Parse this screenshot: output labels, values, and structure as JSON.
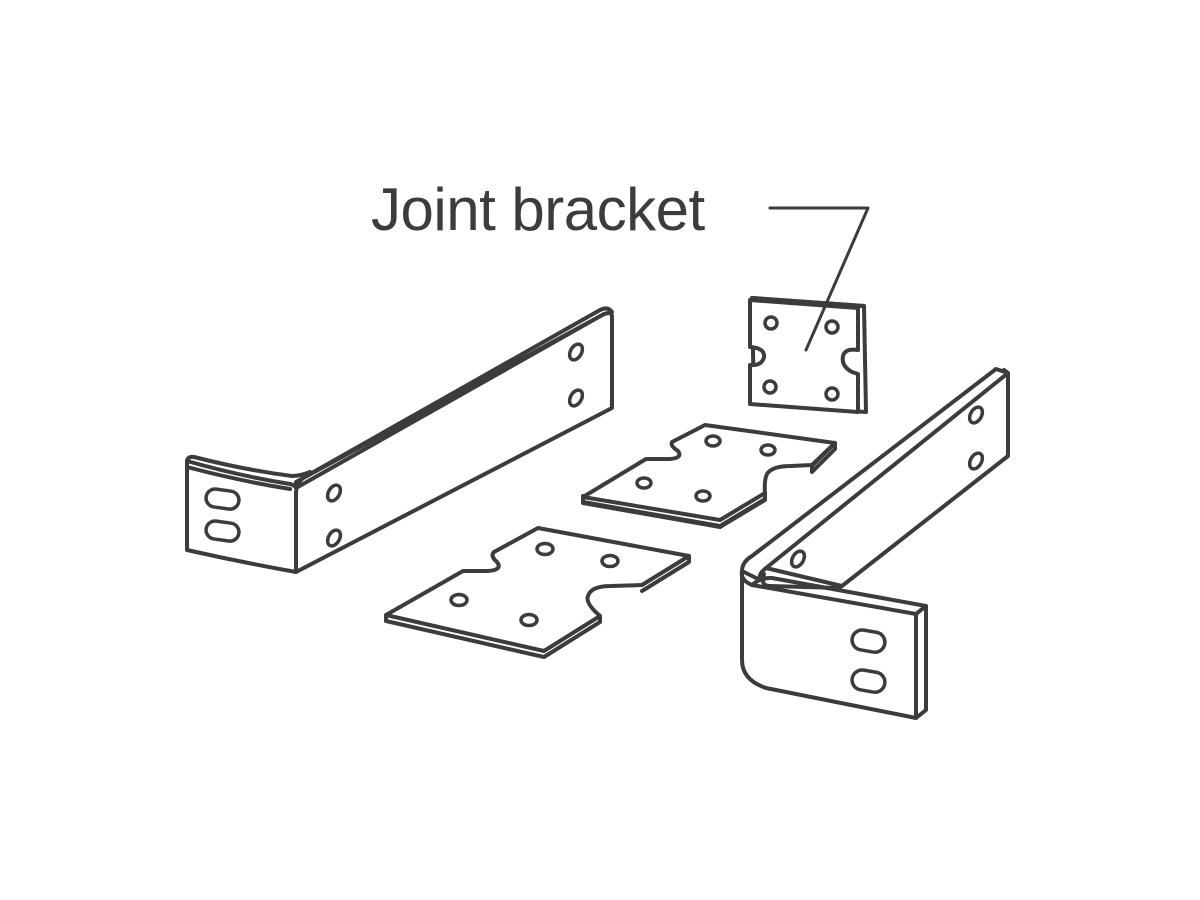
{
  "figure": {
    "background_color": "#ffffff",
    "line_color": "#3d3b3c",
    "callout": {
      "label": "Joint bracket",
      "target": "joint-bracket-part"
    },
    "parts": [
      {
        "id": "left-mounting-bracket",
        "description": "L-shaped rack mounting bracket, left",
        "slotted_holes": 2,
        "round_holes": 4
      },
      {
        "id": "joint-bracket-part",
        "description": "Small joint bracket plate (upright)",
        "round_holes": 4
      },
      {
        "id": "joint-plate-middle",
        "description": "Joint plate lying flat (rear)",
        "round_holes": 4
      },
      {
        "id": "joint-plate-front",
        "description": "Joint plate lying flat (front)",
        "round_holes": 4
      },
      {
        "id": "right-mounting-bracket",
        "description": "L-shaped rack mounting bracket, right",
        "slotted_holes": 2,
        "round_holes": 3
      }
    ]
  }
}
